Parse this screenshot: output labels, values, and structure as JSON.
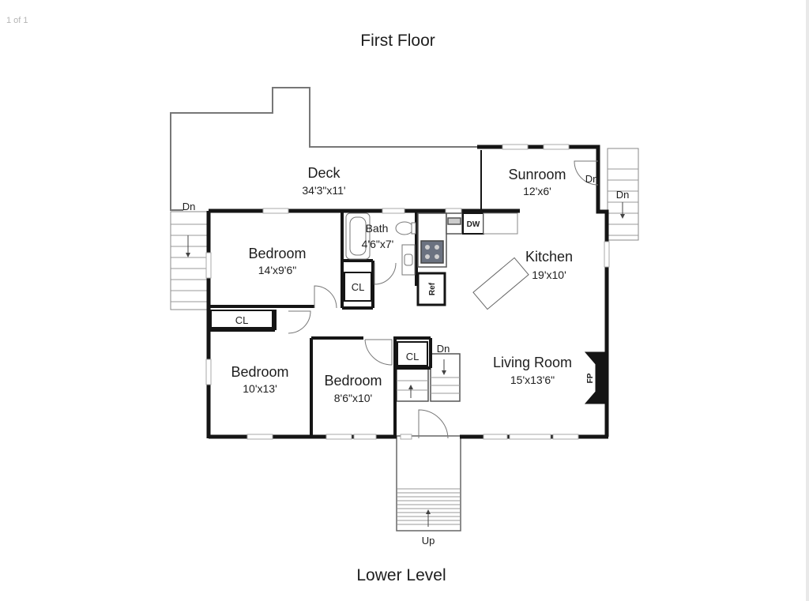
{
  "page_counter": "1 of 1",
  "title": "First Floor",
  "footer": "Lower Level",
  "rooms": {
    "deck": {
      "name": "Deck",
      "dim": "34'3\"x11'"
    },
    "sunroom": {
      "name": "Sunroom",
      "dim": "12'x6'"
    },
    "bath": {
      "name": "Bath",
      "dim": "4'6\"x7'"
    },
    "bedroom1": {
      "name": "Bedroom",
      "dim": "14'x9'6\""
    },
    "kitchen": {
      "name": "Kitchen",
      "dim": "19'x10'"
    },
    "bedroom2": {
      "name": "Bedroom",
      "dim": "10'x13'"
    },
    "bedroom3": {
      "name": "Bedroom",
      "dim": "8'6\"x10'"
    },
    "living": {
      "name": "Living Room",
      "dim": "15'x13'6\""
    }
  },
  "labels": {
    "closet_bath": "CL",
    "closet_bed2": "CL",
    "closet_bed3": "CL",
    "refrigerator": "Ref",
    "dishwasher": "DW",
    "fireplace": "FP"
  },
  "stairs": {
    "deck_left": "Dn",
    "sunroom_door": "Dn",
    "sunroom_stair": "Dn",
    "interior": "Dn",
    "front": "Up"
  },
  "colors": {
    "wall": "#151515",
    "deck_outline": "#777777",
    "window": "#a8a8a8",
    "fixture": "#777777"
  }
}
